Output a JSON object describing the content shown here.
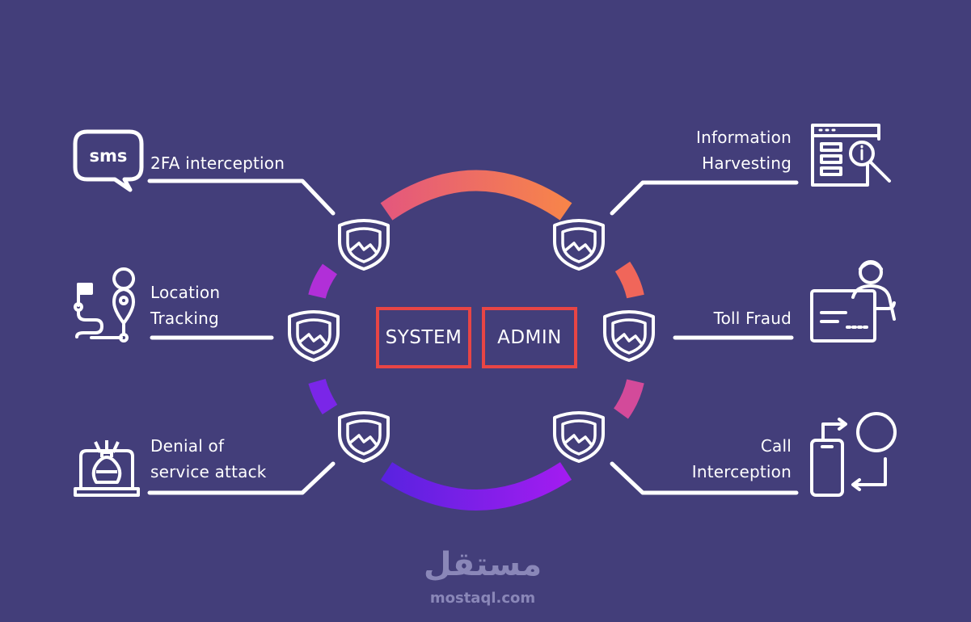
{
  "center": {
    "left_box": "SYSTEM",
    "right_box": "ADMIN",
    "accent": "#e84545"
  },
  "threats": {
    "tfa": {
      "line1": "2FA interception",
      "icon_text": "sms",
      "icon": "sms-bubble-icon"
    },
    "location": {
      "line1": "Location",
      "line2": "Tracking",
      "icon": "location-route-icon"
    },
    "dos": {
      "line1": "Denial of",
      "line2": "service attack",
      "icon": "laptop-bomb-icon"
    },
    "harvest": {
      "line1": "Information",
      "line2": "Harvesting",
      "icon": "document-search-icon"
    },
    "toll": {
      "line1": "Toll Fraud",
      "icon": "person-card-icon"
    },
    "call": {
      "line1": "Call",
      "line2": "Interception",
      "icon": "phone-redirect-icon"
    }
  },
  "colors": {
    "background": "#433e7a",
    "gradient_top": [
      "#e4587c",
      "#f7844a"
    ],
    "gradient_bottom": [
      "#5a22e0",
      "#a21cf0"
    ],
    "shield": "#ffffff"
  },
  "watermark": {
    "arabic": "مستقل",
    "url": "mostaql.com"
  }
}
